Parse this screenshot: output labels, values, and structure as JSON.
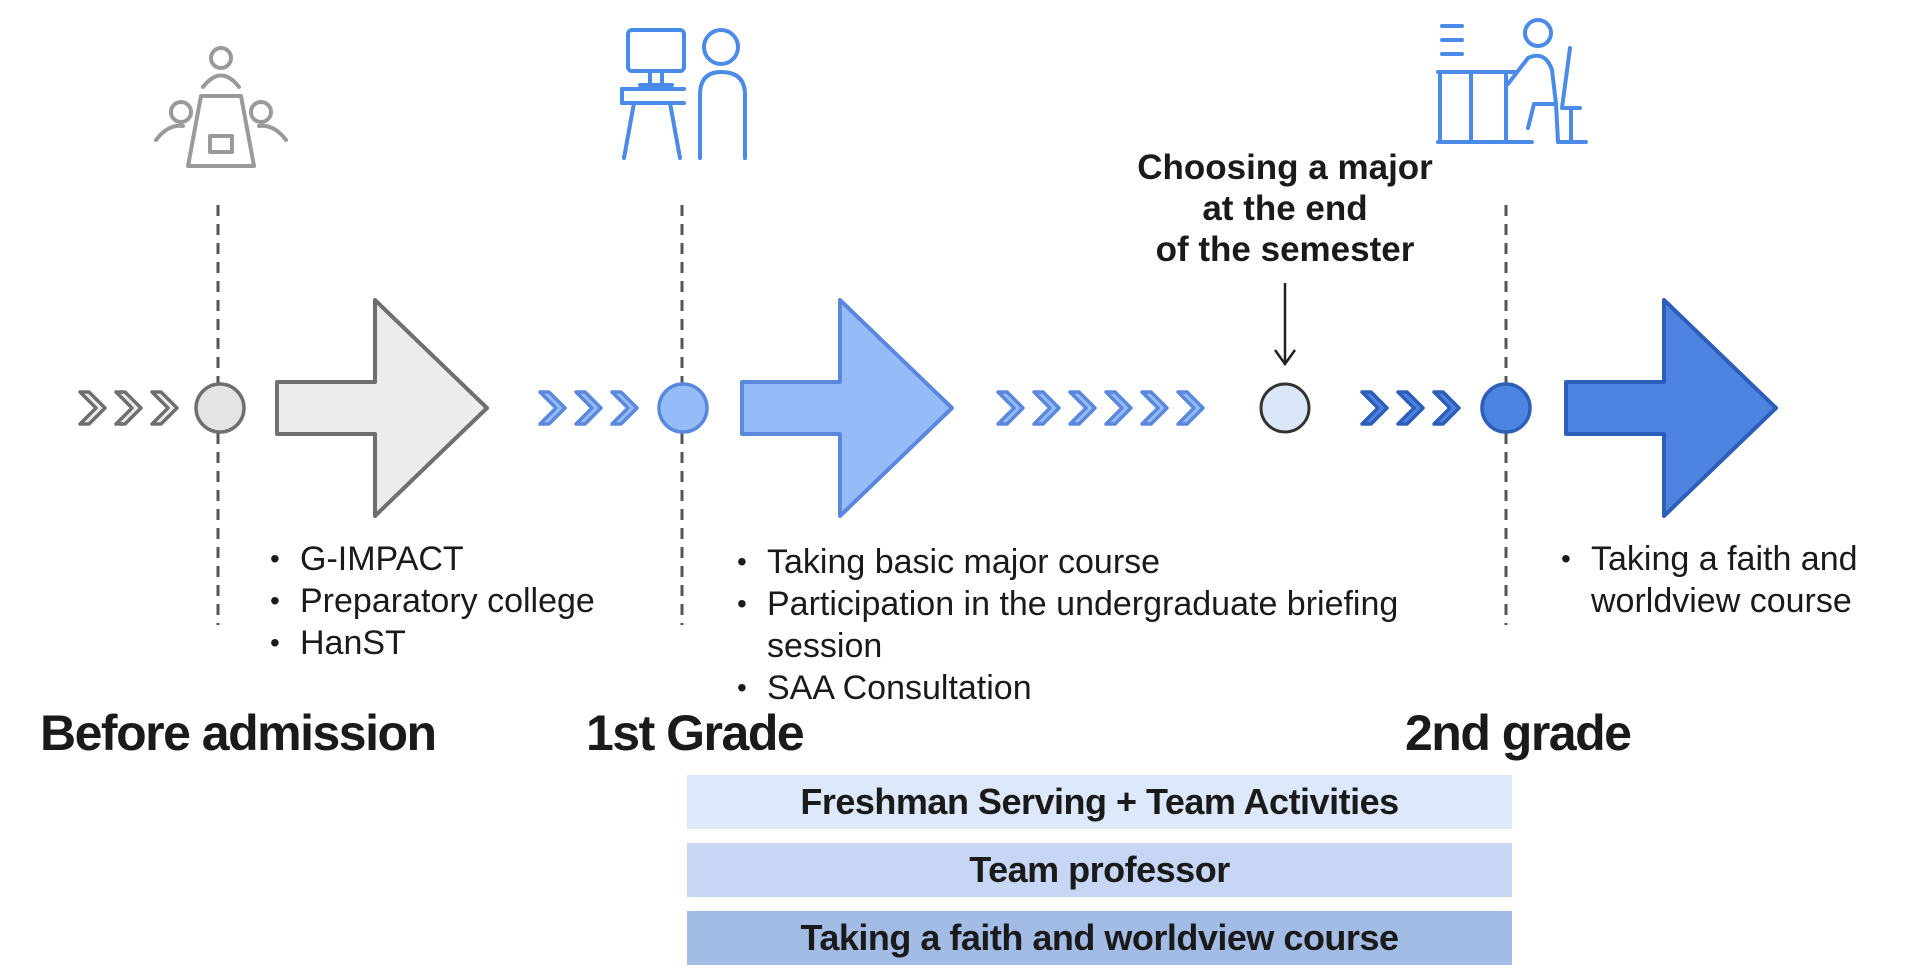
{
  "stages": {
    "before_admission": "Before admission",
    "first_grade": "1st Grade",
    "second_grade": "2nd grade"
  },
  "bullets": {
    "before_admission": [
      "G-IMPACT",
      "Preparatory college",
      "HanST"
    ],
    "first_grade": [
      "Taking basic major course",
      "Participation in the undergraduate briefing session",
      "SAA Consultation"
    ],
    "second_grade": [
      "Taking a faith and worldview course"
    ]
  },
  "callout": {
    "line1": "Choosing a major",
    "line2": "at the end",
    "line3": "of the semester"
  },
  "bars": [
    {
      "label": "Freshman Serving + Team Activities",
      "color": "#dde8fb"
    },
    {
      "label": "Team professor",
      "color": "#c6d6f4"
    },
    {
      "label": "Taking a faith and worldview course",
      "color": "#a3bce6"
    }
  ],
  "icons": {
    "before_admission": "meeting-table-icon",
    "first_grade": "computer-user-icon",
    "second_grade": "person-at-desk-icon"
  },
  "colors": {
    "gray_fill": "#ececec",
    "gray_stroke": "#6f6f6f",
    "light_blue_fill": "#96bbf9",
    "light_blue_stroke": "#5a88dc",
    "pale_circle_fill": "#dbe6f8",
    "dark_blue_fill": "#4d84e1",
    "dark_blue_stroke": "#2e5fb8",
    "icon_blue": "#4c8ae8",
    "icon_gray": "#9a9a9a"
  }
}
